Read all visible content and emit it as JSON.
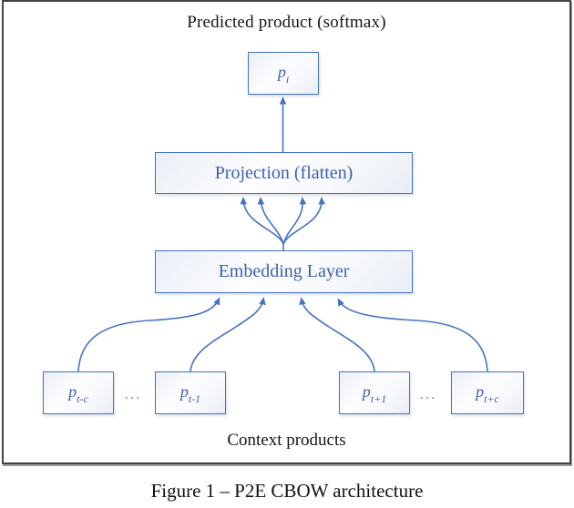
{
  "colors": {
    "accent_blue": "#4472C4",
    "box_text_blue": "#3F5FAE",
    "frame_border": "#434343",
    "text_black": "#161616"
  },
  "diagram": {
    "top_label": "Predicted product (softmax)",
    "output_box": {
      "base": "p",
      "sub": "i"
    },
    "projection_box_label": "Projection (flatten)",
    "embedding_box_label": "Embedding Layer",
    "context_boxes": [
      {
        "base": "p",
        "sub": "t-c"
      },
      {
        "base": "p",
        "sub": "t-1"
      },
      {
        "base": "p",
        "sub": "t+1"
      },
      {
        "base": "p",
        "sub": "t+c"
      }
    ],
    "ellipsis_left": "...",
    "ellipsis_right": "...",
    "bottom_label": "Context products",
    "edges": [
      {
        "from": "projection-box",
        "to": "output-box",
        "arrows": 1
      },
      {
        "from": "embedding-box",
        "to": "projection-box",
        "arrows": 4
      },
      {
        "from": "context-box-t-c",
        "to": "embedding-box",
        "arrows": 1
      },
      {
        "from": "context-box-t-1",
        "to": "embedding-box",
        "arrows": 1
      },
      {
        "from": "context-box-t+1",
        "to": "embedding-box",
        "arrows": 1
      },
      {
        "from": "context-box-t+c",
        "to": "embedding-box",
        "arrows": 1
      }
    ]
  },
  "caption": "Figure 1 – P2E CBOW architecture"
}
